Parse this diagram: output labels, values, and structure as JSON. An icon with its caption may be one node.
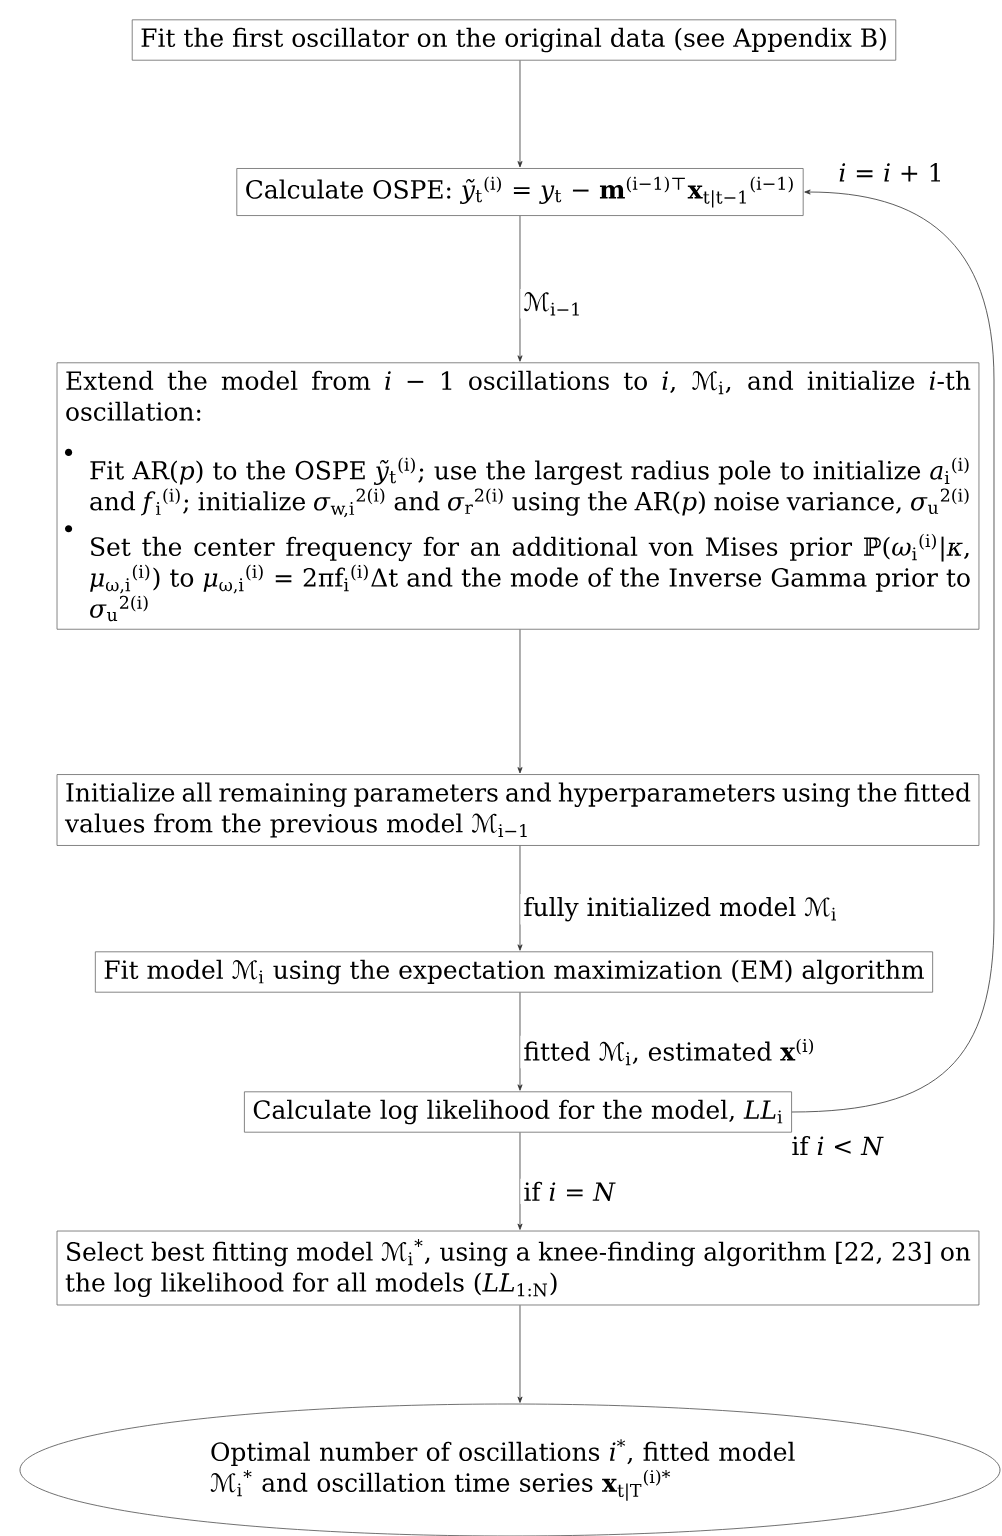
{
  "diagram": {
    "nodes": [
      {
        "text": [
          "Fit the first oscillator on the original data (see Appendix B)"
        ]
      },
      {
        "text": [
          "Calculate OSPE: *ỹ*$_{t}$$^{(i)}$ = *y*$_{t}$ − **m**$^{(i−1)⊤}$**x**$_{t|t−1}$$^{(i−1)}$"
        ]
      },
      {
        "text": [
          "Extend the model from *i* − 1 oscillations to *i*, ℳ$_{i}$, and initialize *i*-th oscillation:",
          "Fit AR(*p*) to the OSPE *ỹ*$_{t}$$^{(i)}$; use the largest radius pole to initialize *a*$_{i}$$^{(i)}$ and *f*$_{i}$$^{(i)}$; initialize *σ*$_{w,i}$$^{2(i)}$ and *σ*$_{r}$$^{2(i)}$ using the AR(*p*) noise variance, *σ*$_{u}$$^{2(i)}$",
          "Set the center frequency for an additional von Mises prior ℙ(*ω*$_{i}$$^{(i)}$|*κ*, *μ*$_{ω,i}$$^{(i)}$) to *μ*$_{ω,i}$$^{(i)}$ = 2πf$_{i}$$^{(i)}$Δt and the mode of the Inverse Gamma prior to *σ*$_{u}$$^{2(i)}$"
        ]
      },
      {
        "text": [
          "Initialize all remaining parameters and hyperparameters using the fitted values from the previous model ℳ$_{i−1}$"
        ]
      },
      {
        "text": [
          "Fit model ℳ$_{i}$ using the expectation maximization (EM) algorithm"
        ]
      },
      {
        "text": [
          "Calculate log likelihood for the model, *LL*$_{i}$"
        ]
      },
      {
        "text": [
          "Select best fitting model ℳ$_{i}$$^{*}$, using a knee-finding algorithm [22, 23] on the log likelihood for all models (*LL*$_{1:N}$)"
        ]
      },
      {
        "text": [
          "Optimal number of oscillations *i*$^{*}$, fitted model ℳ$_{i}$$^{*}$ and oscillation time series **x**$_{t|T}$$^{(i)*}$"
        ]
      }
    ],
    "edges": [
      {
        "from": 0,
        "to": 1,
        "arrow": "to"
      },
      {
        "from": 1,
        "to": 2,
        "arrow": "to",
        "label": "ℳ$_{i−1}$"
      },
      {
        "from": 2,
        "to": 3,
        "arrow": "to"
      },
      {
        "from": 3,
        "to": 4,
        "arrow": "to",
        "label": "fully initialized model ℳ$_{i}$"
      },
      {
        "from": 4,
        "to": 5,
        "arrow": "to",
        "label": "fitted ℳ$_{i}$, estimated **x**$^{(i)}$"
      },
      {
        "from": 5,
        "to": 6,
        "arrow": "to",
        "label": "if *i* = *N*"
      },
      {
        "from": 6,
        "to": 7,
        "arrow": "to"
      },
      {
        "from": 5,
        "to": 1,
        "arrow": "to",
        "label": "if *i* < *N*"
      }
    ],
    "labels": [
      "*i* = *i* + 1"
    ]
  }
}
